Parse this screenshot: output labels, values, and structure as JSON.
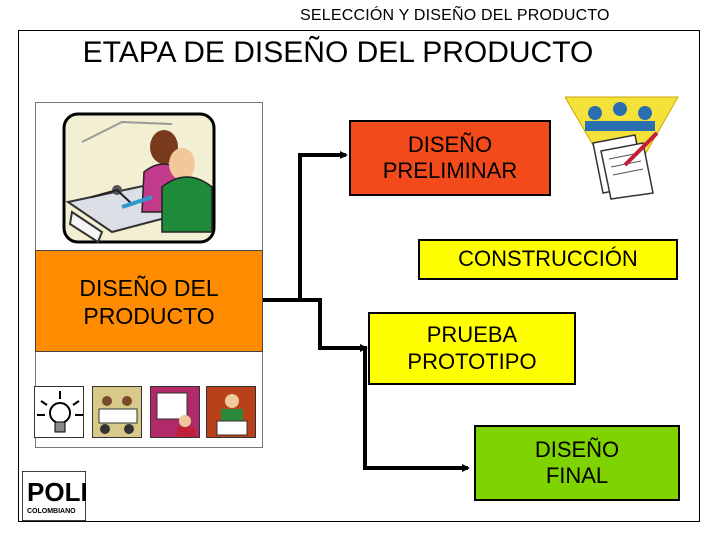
{
  "header": {
    "section_title": "SELECCIÓN Y DISEÑO DEL PRODUCTO"
  },
  "slide": {
    "title": "ETAPA DE DISEÑO DEL PRODUCTO"
  },
  "left_box": {
    "label": "DISEÑO DEL\nPRODUCTO",
    "color": "#ff8c00"
  },
  "stages": [
    {
      "label": "DISEÑO\nPRELIMINAR",
      "color": "#f24a1a"
    },
    {
      "label": "CONSTRUCCIÓN",
      "color": "#ffff00"
    },
    {
      "label": "PRUEBA\nPROTOTIPO",
      "color": "#ffff00"
    },
    {
      "label": "DISEÑO\nFINAL",
      "color": "#7ed300"
    }
  ],
  "logo": {
    "text": "POLI",
    "subtext": "COLOMBIANO"
  },
  "icons": [
    "designers-clipart-icon",
    "lightbulb-icon",
    "team-meeting-icon",
    "presentation-icon",
    "people-checklist-icon",
    "documents-meeting-icon"
  ]
}
